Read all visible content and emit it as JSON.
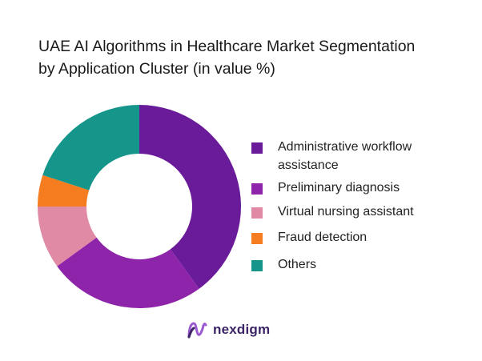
{
  "title": {
    "line1": "UAE AI Algorithms in Healthcare Market Segmentation",
    "line2": "by Application Cluster (in value %)"
  },
  "chart_data": {
    "type": "pie",
    "donut": true,
    "title": "UAE AI Algorithms in Healthcare Market Segmentation by Application Cluster (in value %)",
    "legend_position": "right",
    "categories": [
      "Administrative workflow assistance",
      "Preliminary diagnosis",
      "Virtual nursing assistant",
      "Fraud detection",
      "Others"
    ],
    "values": [
      40,
      25,
      10,
      5,
      20
    ],
    "colors": [
      "#6a1b9a",
      "#8e24aa",
      "#e08aa6",
      "#f57c1f",
      "#16968a"
    ]
  },
  "legend": {
    "items": [
      {
        "label": "Administrative workflow assistance",
        "color": "#6a1b9a"
      },
      {
        "label": "Preliminary diagnosis",
        "color": "#8e24aa"
      },
      {
        "label": "Virtual nursing assistant",
        "color": "#e08aa6"
      },
      {
        "label": "Fraud detection",
        "color": "#f57c1f"
      },
      {
        "label": "Others",
        "color": "#16968a"
      }
    ]
  },
  "brand": {
    "name": "nexdigm",
    "color": "#3b2366",
    "accent": "#9b59d0"
  }
}
